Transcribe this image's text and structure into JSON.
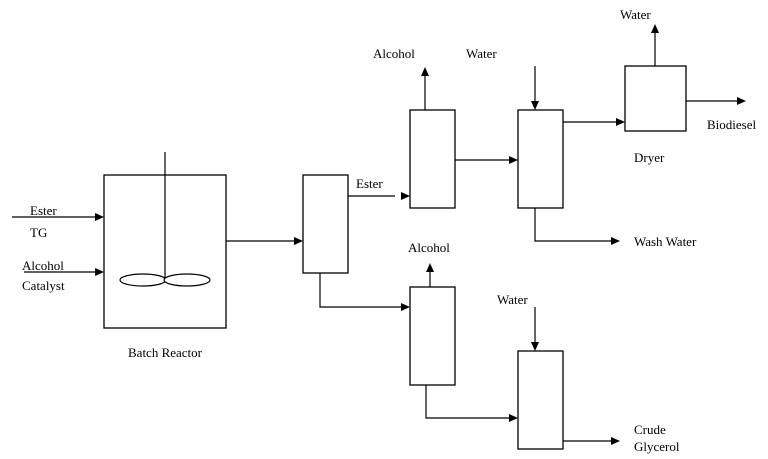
{
  "diagram": {
    "units": {
      "batch_reactor": "Batch Reactor",
      "dryer": "Dryer"
    },
    "streams": {
      "reactor_in_1_line1": "Ester",
      "reactor_in_1_line2": "TG",
      "reactor_in_2_line1": "Alcohol",
      "reactor_in_2_line2": "Catalyst",
      "separator_ester": "Ester",
      "alcohol_top": "Alcohol",
      "water_top": "Water",
      "water_dryer": "Water",
      "biodiesel": "Biodiesel",
      "wash_water": "Wash Water",
      "alcohol_bottom": "Alcohol",
      "water_bottom": "Water",
      "crude_glycerol_line1": "Crude",
      "crude_glycerol_line2": "Glycerol"
    }
  }
}
